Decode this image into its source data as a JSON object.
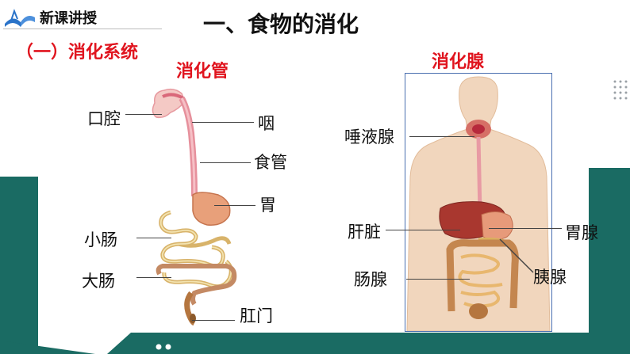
{
  "header": {
    "section_label": "新课讲授",
    "main_title": "一、食物的消化"
  },
  "subsection": {
    "title": "（一）消化系统"
  },
  "left_diagram": {
    "heading": "消化管",
    "labels": {
      "mouth": "口腔",
      "pharynx": "咽",
      "esophagus": "食管",
      "stomach": "胃",
      "small_intestine": "小肠",
      "large_intestine": "大肠",
      "anus": "肛门"
    }
  },
  "right_diagram": {
    "heading": "消化腺",
    "labels": {
      "salivary": "唾液腺",
      "liver": "肝脏",
      "gastric": "胃腺",
      "pancreas": "胰腺",
      "intestinal": "肠腺"
    }
  },
  "colors": {
    "teal": "#1a6b63",
    "green": "#2e9b5a",
    "red_heading": "#e0141e",
    "icon_blue": "#2a73c9"
  },
  "icons": {
    "section_icon": "book-icon"
  }
}
